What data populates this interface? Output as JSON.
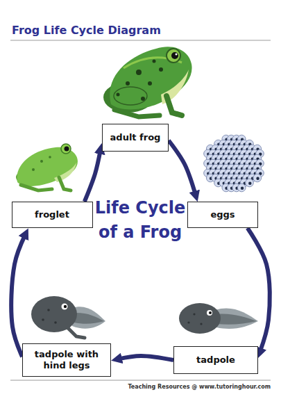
{
  "diagram": {
    "title": "Frog Life Cycle Diagram",
    "nodes": [
      {
        "text": [
          "adult frog"
        ]
      },
      {
        "text": [
          "eggs"
        ]
      },
      {
        "text": [
          "tadpole"
        ]
      },
      {
        "text": [
          "tadpole with hind legs"
        ]
      },
      {
        "text": [
          "froglet"
        ]
      }
    ],
    "edges": [
      {
        "from": 0,
        "to": 1,
        "arrow": "to"
      },
      {
        "from": 1,
        "to": 2,
        "arrow": "to"
      },
      {
        "from": 2,
        "to": 3,
        "arrow": "to"
      },
      {
        "from": 3,
        "to": 4,
        "arrow": "to"
      },
      {
        "from": 4,
        "to": 0,
        "arrow": "to"
      }
    ],
    "labels": [
      "Life Cycle of a Frog",
      "Teaching Resources @ www.tutoringhour.com"
    ]
  }
}
